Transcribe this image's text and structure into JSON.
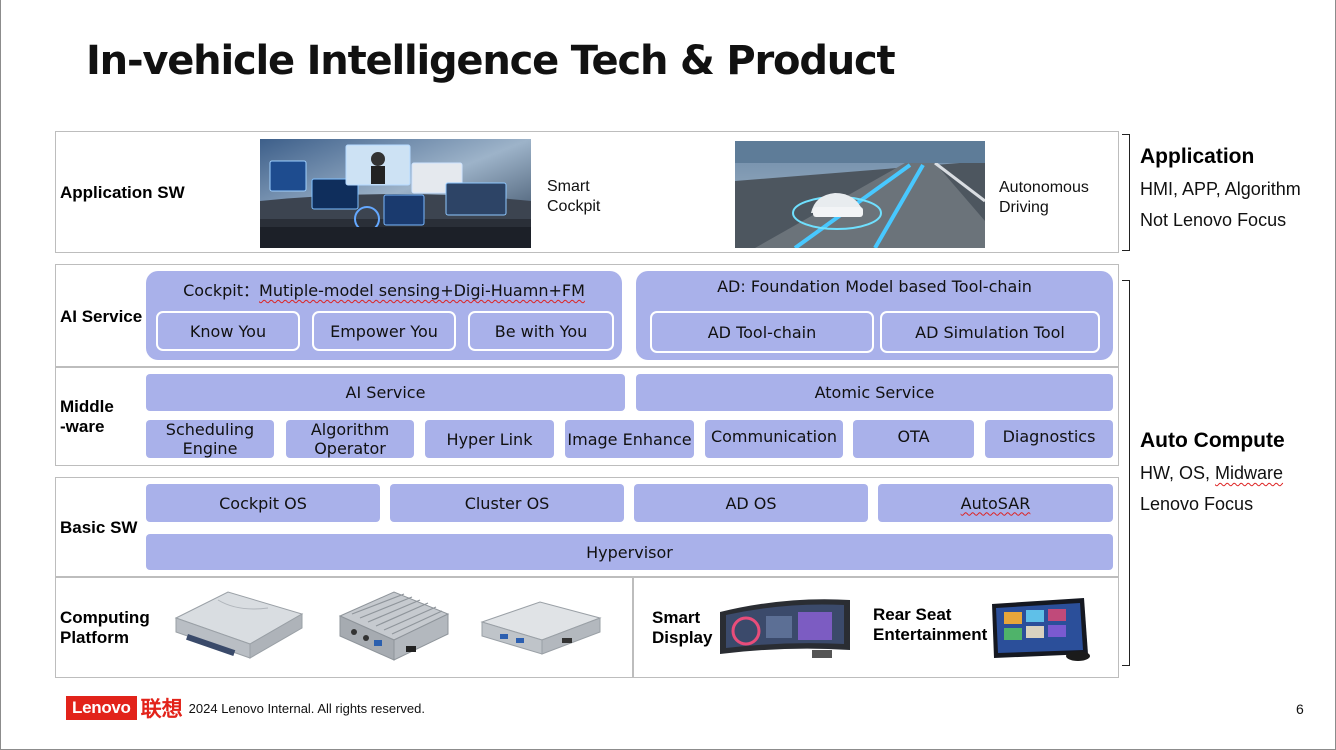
{
  "title": "In-vehicle Intelligence Tech & Product",
  "app_layer": {
    "label": "Application SW",
    "cockpit_caption": [
      "Smart",
      "Cockpit"
    ],
    "ad_caption": [
      "Autonomous",
      "Driving"
    ]
  },
  "ai_layer": {
    "label": "AI Service",
    "cockpit_prefix": "Cockpit：",
    "cockpit_rest": "Mutiple-model sensing+Digi-Huamn+FM",
    "cockpit_items": [
      "Know You",
      "Empower You",
      "Be with You"
    ],
    "ad_title": "AD: Foundation Model based Tool-chain",
    "ad_items": [
      "AD Tool-chain",
      "AD Simulation Tool"
    ]
  },
  "mid_layer": {
    "label": [
      "Middle",
      "-ware"
    ],
    "top": [
      "AI Service",
      "Atomic Service"
    ],
    "items": [
      {
        "line1": "Scheduling",
        "line2": "Engine"
      },
      {
        "line1": "Algorithm",
        "line2": "Operator"
      },
      {
        "line1": "Hyper Link",
        "line2": ""
      },
      {
        "line1": "Image Enhance",
        "line2": ""
      },
      {
        "line1": "Communication",
        "line2": ""
      },
      {
        "line1": "OTA",
        "line2": ""
      },
      {
        "line1": "Diagnostics",
        "line2": ""
      }
    ]
  },
  "basic_layer": {
    "label": "Basic SW",
    "items": [
      "Cockpit OS",
      "Cluster OS",
      "AD OS",
      "AutoSAR"
    ],
    "hypervisor": "Hypervisor"
  },
  "hw_layer": {
    "label": [
      "Computing",
      "Platform"
    ],
    "smart_display": [
      "Smart",
      "Display"
    ],
    "rear_seat": [
      "Rear Seat",
      "Entertainment"
    ]
  },
  "side": {
    "app_title": "Application",
    "app_line1": "HMI, APP, Algorithm",
    "app_line2": "Not Lenovo Focus",
    "auto_title": "Auto Compute",
    "auto_line1_prefix": "HW, OS, ",
    "auto_line1_wavy": "Midware",
    "auto_line2": "Lenovo Focus"
  },
  "footer": {
    "logo": "Lenovo",
    "logo_cn": "联想",
    "copyright": "2024 Lenovo Internal. All rights reserved.",
    "page": "6"
  },
  "colors": {
    "pill": "#a9b1ea",
    "lenovo_red": "#e2231a"
  }
}
